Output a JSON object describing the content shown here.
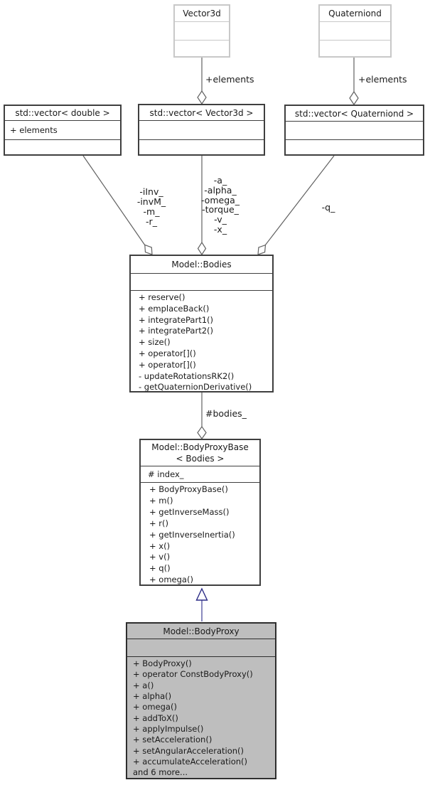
{
  "classes": {
    "vector3d": {
      "title": "Vector3d"
    },
    "quaterniond": {
      "title": "Quaterniond"
    },
    "vec_double": {
      "title": "std::vector< double >",
      "attributes": "+ elements"
    },
    "vec_vector3d": {
      "title": "std::vector< Vector3d >"
    },
    "vec_quaterniond": {
      "title": "std::vector< Quaterniond >"
    },
    "bodies": {
      "title": "Model::Bodies",
      "methods": [
        "+ reserve()",
        "+ emplaceBack()",
        "+ integratePart1()",
        "+ integratePart2()",
        "+ size()",
        "+ operator[]()",
        "+ operator[]()",
        "- updateRotationsRK2()",
        "- getQuaternionDerivative()"
      ]
    },
    "proxybase": {
      "title": [
        "Model::BodyProxyBase",
        "< Bodies >"
      ],
      "attributes": "# index_",
      "methods": [
        "+ BodyProxyBase()",
        "+ m()",
        "+ getInverseMass()",
        "+ r()",
        "+ getInverseInertia()",
        "+ x()",
        "+ v()",
        "+ q()",
        "+ omega()"
      ]
    },
    "bodyproxy": {
      "title": "Model::BodyProxy",
      "methods": [
        "+ BodyProxy()",
        "+ operator ConstBodyProxy()",
        "+ a()",
        "+ alpha()",
        "+ omega()",
        "+ addToX()",
        "+ applyImpulse()",
        "+ setAcceleration()",
        "+ setAngularAcceleration()",
        "+ accumulateAcceleration()",
        "and 6 more..."
      ]
    }
  },
  "edge_labels": {
    "elements_vector3d": "+elements",
    "elements_quaterniond": "+elements",
    "double_members": [
      "-iInv_",
      "-invM_",
      "-m_",
      "-r_"
    ],
    "vector3d_members": [
      "-a_",
      "-alpha_",
      "-omega_",
      "-torque_",
      "-v_",
      "-x_"
    ],
    "quaterniond_member": "-q_",
    "bodies_member": "#bodies_"
  },
  "colors": {
    "background": "#ffffff",
    "node_border": "#3f3f3f",
    "external_node_border": "#c8c8c8",
    "highlight_node_fill": "#bebebe",
    "aggregation_edge": "#616161",
    "inheritance_edge": "#4a4a9a",
    "inheritance_arrow_outline": "#2a2a85",
    "text": "#1a1a1a"
  }
}
